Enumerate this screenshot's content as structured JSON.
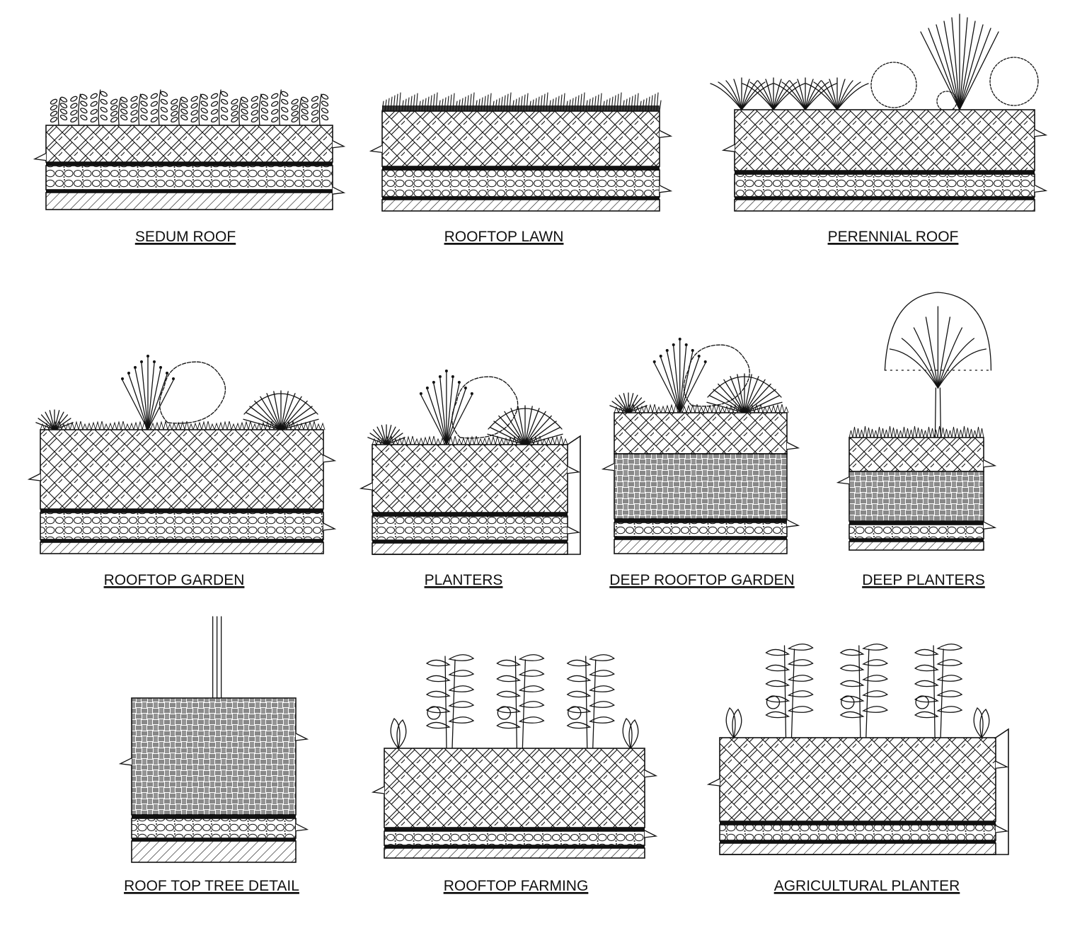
{
  "details": [
    {
      "id": "sedum-roof",
      "label": "SEDUM ROOF",
      "vegetation": "sedum",
      "soil": "herringbone",
      "drainage": "pebbles"
    },
    {
      "id": "rooftop-lawn",
      "label": "ROOFTOP LAWN",
      "vegetation": "grass",
      "soil": "herringbone",
      "drainage": "pebbles"
    },
    {
      "id": "perennial-roof",
      "label": "PERENNIAL ROOF",
      "vegetation": "perennials",
      "soil": "herringbone",
      "drainage": "pebbles"
    },
    {
      "id": "rooftop-garden",
      "label": "ROOFTOP GARDEN",
      "vegetation": "shrubs",
      "soil": "herringbone",
      "drainage": "pebbles"
    },
    {
      "id": "planters",
      "label": "PLANTERS",
      "vegetation": "shrubs",
      "soil": "herringbone",
      "drainage": "pebbles"
    },
    {
      "id": "deep-rooftop-garden",
      "label": "DEEP ROOFTOP GARDEN",
      "vegetation": "shrubs",
      "soil": "herringbone-basket",
      "drainage": "pebbles"
    },
    {
      "id": "deep-planters",
      "label": "DEEP PLANTERS",
      "vegetation": "tree",
      "soil": "herringbone-basket",
      "drainage": "pebbles"
    },
    {
      "id": "roof-top-tree-detail",
      "label": "ROOF TOP TREE DETAIL",
      "vegetation": "root-ball",
      "soil": "basket",
      "drainage": "pebbles"
    },
    {
      "id": "rooftop-farming",
      "label": "ROOFTOP FARMING",
      "vegetation": "tomato-plants",
      "soil": "herringbone",
      "drainage": "pebbles"
    },
    {
      "id": "agricultural-planter",
      "label": "AGRICULTURAL PLANTER",
      "vegetation": "tomato-plants",
      "soil": "herringbone",
      "drainage": "pebbles"
    }
  ],
  "colors": {
    "line": "#111111",
    "background": "#ffffff"
  }
}
